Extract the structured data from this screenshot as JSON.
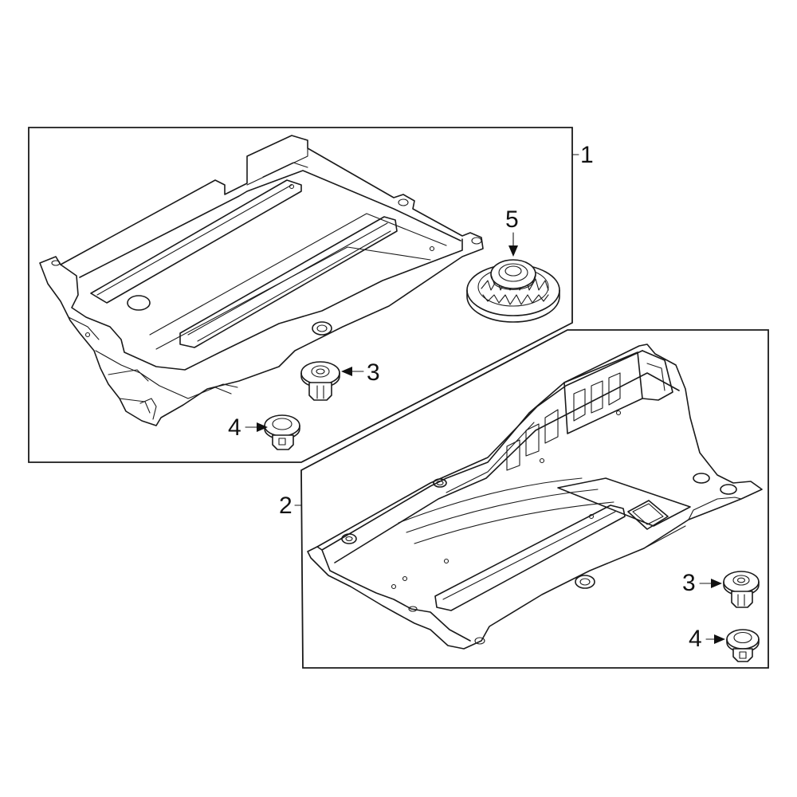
{
  "callouts": {
    "c1": "1",
    "c2": "2",
    "c3a": "3",
    "c4a": "4",
    "c5": "5",
    "c3b": "3",
    "c4b": "4"
  },
  "icons": {
    "panel_front": "underbody-shield-panel-icon",
    "panel_rear": "underbody-shield-panel-icon",
    "grommet": "grommet-icon",
    "clip": "push-clip-icon",
    "nut": "push-nut-icon"
  },
  "colors": {
    "line": "#1a1a1a",
    "background": "#ffffff"
  }
}
